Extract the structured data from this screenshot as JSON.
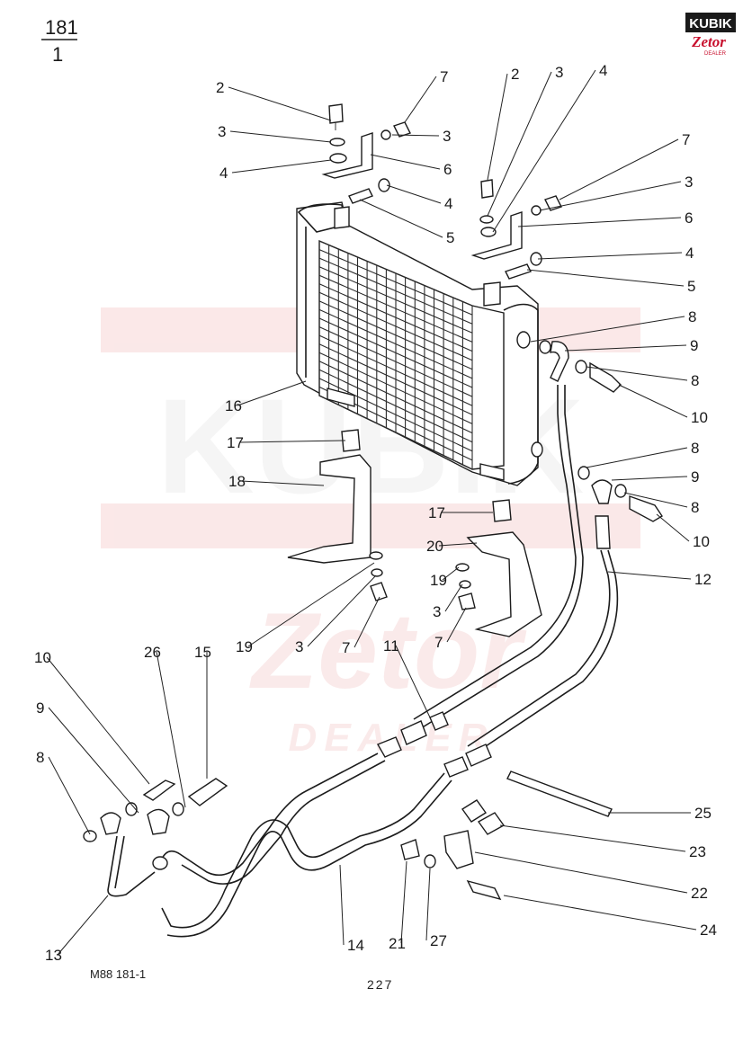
{
  "sheet": {
    "group": "181",
    "sheet": "1"
  },
  "logo": {
    "brand": "KUBIK",
    "sub": "Zetor",
    "tag": "DEALER"
  },
  "watermark": {
    "brand": "KUBIK",
    "sub": "Zetor",
    "tag": "DEALER"
  },
  "footer": {
    "model_ref": "M88   181-1",
    "page_number": "227"
  },
  "callouts": {
    "c2a": "2",
    "c3a": "3",
    "c4a": "4",
    "c7a": "7",
    "c3b": "3",
    "c6a": "6",
    "c4b": "4",
    "c5a": "5",
    "c2b": "2",
    "c3c": "3",
    "c4c": "4",
    "c7b": "7",
    "c3d": "3",
    "c6b": "6",
    "c4d": "4",
    "c5b": "5",
    "c8a": "8",
    "c9a": "9",
    "c8b": "8",
    "c10a": "10",
    "c16": "16",
    "c17a": "17",
    "c18": "18",
    "c8c": "8",
    "c9b": "9",
    "c8d": "8",
    "c10b": "10",
    "c17b": "17",
    "c20": "20",
    "c12": "12",
    "c19a": "19",
    "c3e": "3",
    "c7c": "7",
    "c19b": "19",
    "c3f": "3",
    "c7d": "7",
    "c11": "11",
    "c10c": "10",
    "c26": "26",
    "c15": "15",
    "c9c": "9",
    "c8e": "8",
    "c25": "25",
    "c23": "23",
    "c22": "22",
    "c24": "24",
    "c13": "13",
    "c14": "14",
    "c21": "21",
    "c27": "27"
  }
}
